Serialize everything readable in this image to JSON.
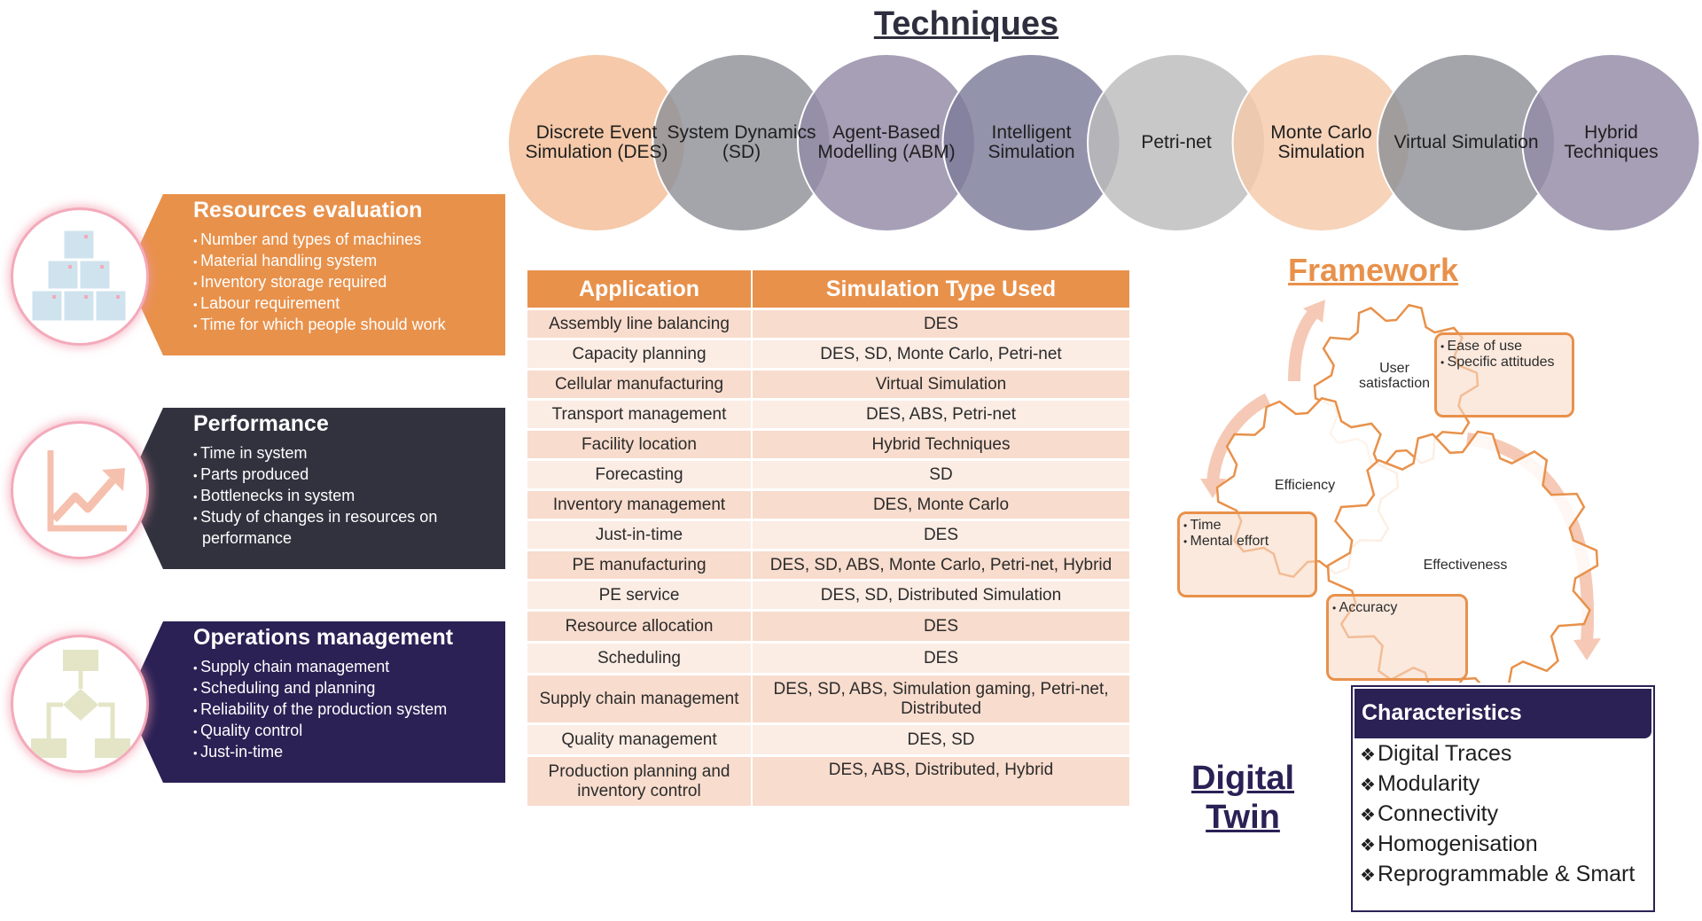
{
  "techniques": {
    "title": "Techniques",
    "items": [
      {
        "label": "Discrete Event Simulation (DES)",
        "color": "#f5c9a9"
      },
      {
        "label": "System Dynamics (SD)",
        "color": "#8f9197"
      },
      {
        "label": "Agent-Based Modelling (ABM)",
        "color": "#938aa6"
      },
      {
        "label": "Intelligent Simulation",
        "color": "#7d7b9a"
      },
      {
        "label": "Petri-net",
        "color": "#bcbcbc"
      },
      {
        "label": "Monte Carlo Simulation",
        "color": "#f5c9a9"
      },
      {
        "label": "Virtual Simulation",
        "color": "#8f9197"
      },
      {
        "label": "Hybrid Techniques",
        "color": "#938aa6"
      }
    ]
  },
  "panels": [
    {
      "title": "Resources evaluation",
      "color": "#e8914b",
      "icon": "boxes-icon",
      "items": [
        "Number and types of machines",
        "Material handling system",
        "Inventory storage required",
        "Labour requirement",
        "Time for which people should work"
      ]
    },
    {
      "title": "Performance",
      "color": "#32323f",
      "icon": "growth-chart-icon",
      "items": [
        "Time in system",
        "Parts produced",
        "Bottlenecks in system",
        "Study of changes in resources on performance"
      ]
    },
    {
      "title": "Operations management",
      "color": "#2b2155",
      "icon": "flowchart-icon",
      "items": [
        "Supply chain management",
        "Scheduling and planning",
        "Reliability of the production system",
        "Quality control",
        "Just-in-time"
      ]
    }
  ],
  "table": {
    "headers": [
      "Application",
      "Simulation Type Used"
    ],
    "rows": [
      [
        "Assembly line balancing",
        "DES"
      ],
      [
        "Capacity planning",
        "DES, SD, Monte Carlo, Petri-net"
      ],
      [
        "Cellular manufacturing",
        "Virtual Simulation"
      ],
      [
        "Transport management",
        "DES, ABS, Petri-net"
      ],
      [
        "Facility location",
        "Hybrid Techniques"
      ],
      [
        "Forecasting",
        "SD"
      ],
      [
        "Inventory management",
        "DES, Monte Carlo"
      ],
      [
        "Just-in-time",
        "DES"
      ],
      [
        "PE manufacturing",
        "DES, SD, ABS, Monte Carlo, Petri-net, Hybrid"
      ],
      [
        "PE service",
        "DES, SD, Distributed Simulation"
      ],
      [
        "Resource allocation",
        "DES"
      ],
      [
        "Scheduling",
        "DES"
      ],
      [
        "Supply chain management",
        "DES, SD, ABS, Simulation gaming, Petri-net, Distributed"
      ],
      [
        "Quality management",
        "DES, SD"
      ],
      [
        "Production planning and inventory control",
        "DES, ABS, Distributed, Hybrid"
      ]
    ]
  },
  "framework": {
    "title": "Framework",
    "gears": {
      "user_satisfaction": "User satisfaction",
      "efficiency": "Efficiency",
      "effectiveness": "Effectiveness"
    },
    "boxes": {
      "user_satisfaction": [
        "Ease of use",
        "Specific attitudes"
      ],
      "efficiency": [
        "Time",
        "Mental effort"
      ],
      "effectiveness": [
        "Accuracy"
      ]
    }
  },
  "digital_twin": {
    "line1": "Digital",
    "line2": "Twin"
  },
  "characteristics": {
    "title": "Characteristics",
    "items": [
      "Digital Traces",
      "Modularity",
      "Connectivity",
      "Homogenisation",
      "Reprogrammable & Smart"
    ]
  }
}
